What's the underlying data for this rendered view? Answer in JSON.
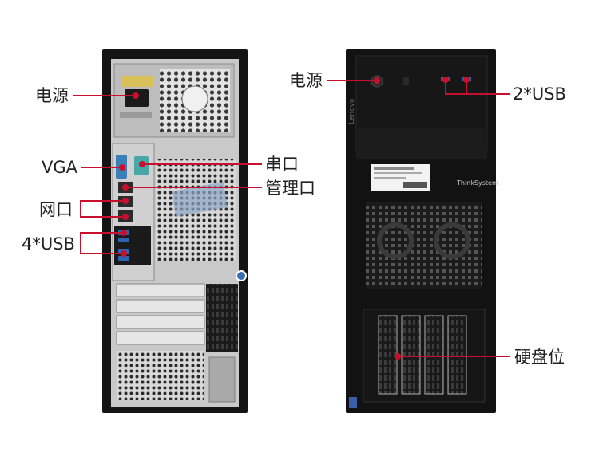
{
  "labels": {
    "back_power": "电源",
    "vga": "VGA",
    "lan": "网口",
    "usb_rear": "4*USB",
    "serial": "串口",
    "management": "管理口",
    "front_power": "电源",
    "usb_front": "2*USB",
    "drive_bays": "硬盘位"
  },
  "brand": {
    "side_text": "Lenovo",
    "model_text": "ThinkSystem"
  },
  "colors": {
    "callout_line": "#c8102e",
    "chassis": "#121212",
    "vga_port": "#3a7fb8",
    "serial_port": "#4aa7a8",
    "usb_port": "#2b63b5"
  }
}
